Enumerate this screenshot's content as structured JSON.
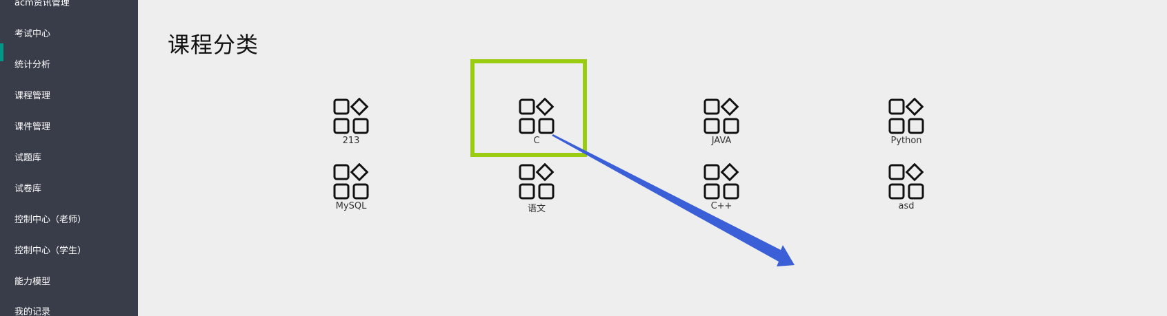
{
  "sidebar": {
    "items": [
      {
        "label": "acm资讯管理"
      },
      {
        "label": "考试中心"
      },
      {
        "label": "统计分析"
      },
      {
        "label": "课程管理"
      },
      {
        "label": "课件管理"
      },
      {
        "label": "试题库"
      },
      {
        "label": "试卷库"
      },
      {
        "label": "控制中心（老师）"
      },
      {
        "label": "控制中心（学生）"
      },
      {
        "label": "能力模型"
      },
      {
        "label": "我的记录"
      }
    ],
    "colors": {
      "background": "#393d49",
      "accent": "#009688"
    }
  },
  "main": {
    "title": "课程分类",
    "courses": [
      {
        "label": "213",
        "icon": "apps-icon"
      },
      {
        "label": "C",
        "icon": "apps-icon"
      },
      {
        "label": "JAVA",
        "icon": "apps-icon"
      },
      {
        "label": "Python",
        "icon": "apps-icon"
      },
      {
        "label": "MySQL",
        "icon": "apps-icon"
      },
      {
        "label": "语文",
        "icon": "apps-icon"
      },
      {
        "label": "C++",
        "icon": "apps-icon"
      },
      {
        "label": "asd",
        "icon": "apps-icon"
      }
    ]
  },
  "annotations": {
    "highlight_color": "#9acd12",
    "arrow_color": "#3a5fd6"
  }
}
